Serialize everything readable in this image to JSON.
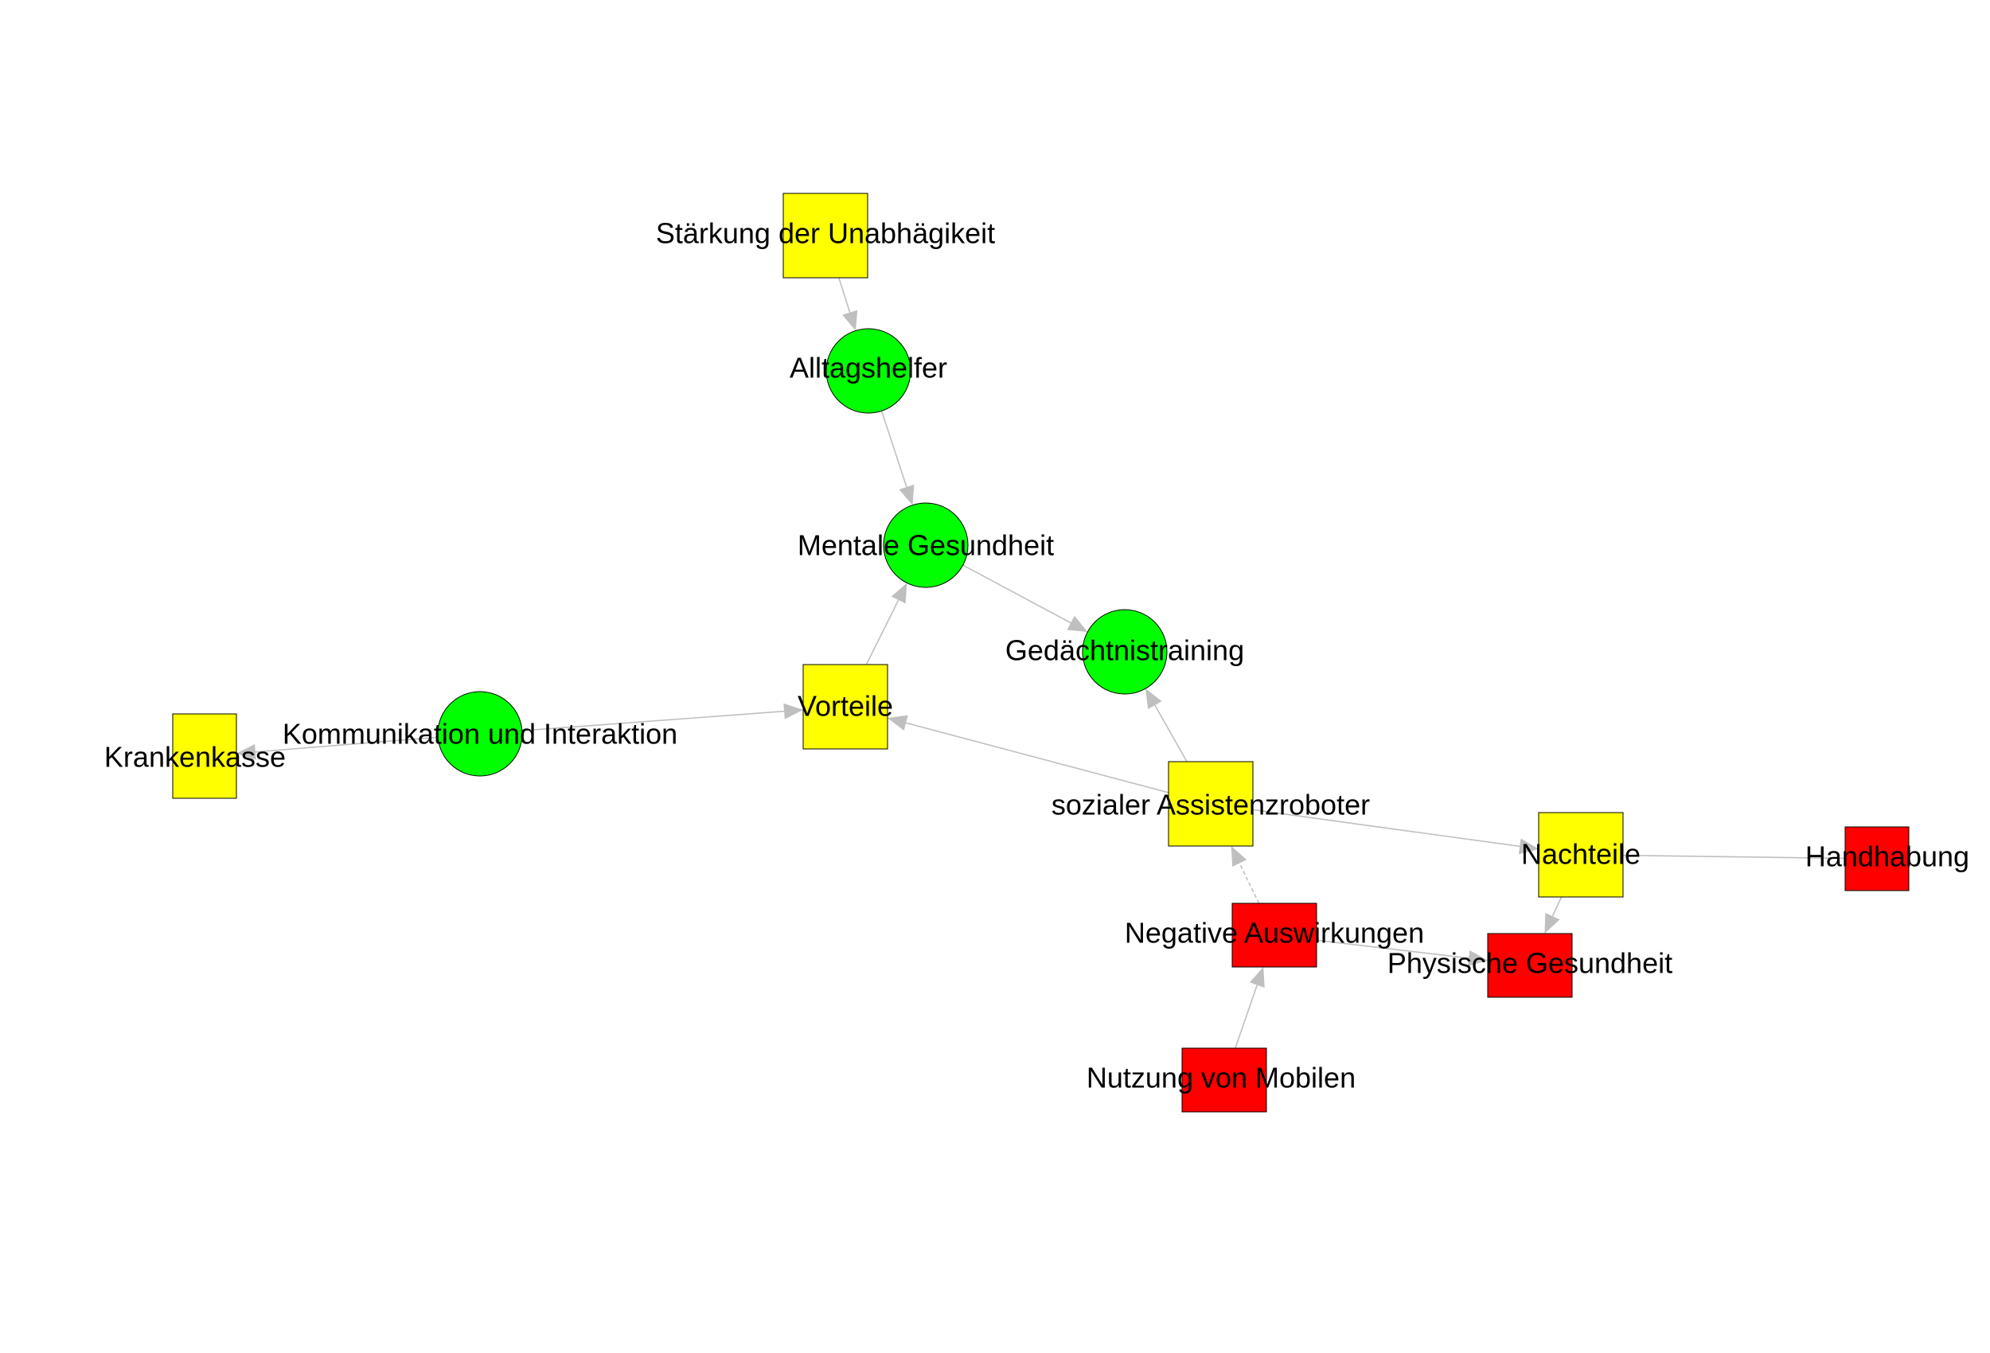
{
  "colors": {
    "green": "#00ff00",
    "yellow": "#ffff00",
    "red": "#ff0000",
    "edge": "#bfbfbf"
  },
  "nodes": [
    {
      "id": "staerkung",
      "label": "Stärkung der Unabhägikeit",
      "shape": "square",
      "color": "yellow"
    },
    {
      "id": "alltagshelfer",
      "label": "Alltagshelfer",
      "shape": "circle",
      "color": "green"
    },
    {
      "id": "mentale",
      "label": "Mentale Gesundheit",
      "shape": "circle",
      "color": "green"
    },
    {
      "id": "gedaechtnis",
      "label": "Gedächtnistraining",
      "shape": "circle",
      "color": "green"
    },
    {
      "id": "vorteile",
      "label": "Vorteile",
      "shape": "square",
      "color": "yellow"
    },
    {
      "id": "kommunikation",
      "label": "Kommunikation und Interaktion",
      "shape": "circle",
      "color": "green"
    },
    {
      "id": "krankenkasse",
      "label": "Krankenkasse",
      "shape": "square",
      "color": "yellow"
    },
    {
      "id": "assistenz",
      "label": "sozialer Assistenzroboter",
      "shape": "square",
      "color": "yellow"
    },
    {
      "id": "nachteile",
      "label": "Nachteile",
      "shape": "square",
      "color": "yellow"
    },
    {
      "id": "handhabung",
      "label": "Handhabung",
      "shape": "square",
      "color": "red"
    },
    {
      "id": "negative",
      "label": "Negative Auswirkungen",
      "shape": "square",
      "color": "red"
    },
    {
      "id": "physische",
      "label": "Physische Gesundheit",
      "shape": "square",
      "color": "red"
    },
    {
      "id": "nutzung",
      "label": "Nutzung von Mobilen",
      "shape": "square",
      "color": "red"
    }
  ],
  "edges": [
    {
      "from": "staerkung",
      "to": "alltagshelfer"
    },
    {
      "from": "alltagshelfer",
      "to": "mentale"
    },
    {
      "from": "mentale",
      "to": "gedaechtnis"
    },
    {
      "from": "vorteile",
      "to": "mentale"
    },
    {
      "from": "kommunikation",
      "to": "vorteile"
    },
    {
      "from": "kommunikation",
      "to": "krankenkasse"
    },
    {
      "from": "assistenz",
      "to": "vorteile"
    },
    {
      "from": "assistenz",
      "to": "gedaechtnis"
    },
    {
      "from": "assistenz",
      "to": "nachteile"
    },
    {
      "from": "negative",
      "to": "assistenz",
      "dashed": true
    },
    {
      "from": "nutzung",
      "to": "negative"
    },
    {
      "from": "negative",
      "to": "physische"
    },
    {
      "from": "nachteile",
      "to": "physische"
    },
    {
      "from": "handhabung",
      "to": "nachteile",
      "arrow": false
    }
  ]
}
